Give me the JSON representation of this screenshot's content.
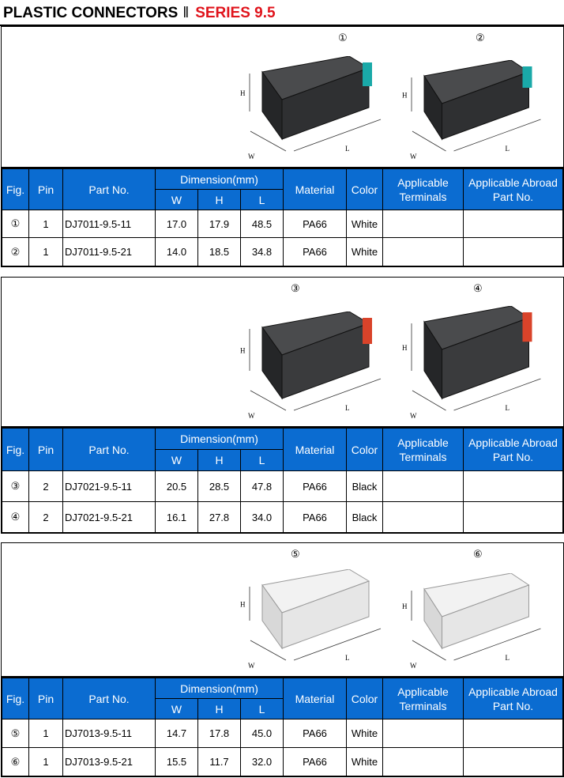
{
  "title": {
    "main": "PLASTIC CONNECTORS",
    "sep": "‖",
    "series": "SERIES 9.5"
  },
  "headers": {
    "fig": "Fig.",
    "pin": "Pin",
    "part": "Part No.",
    "dimension": "Dimension(mm)",
    "w": "W",
    "h": "H",
    "l": "L",
    "material": "Material",
    "color": "Color",
    "terminals": "Applicable Terminals",
    "abroad": "Applicable Abroad Part No."
  },
  "dim_labels": {
    "w": "W",
    "h": "H",
    "l": "L"
  },
  "sections": [
    {
      "figs": [
        "①",
        "②"
      ],
      "body_color": "#2f3032",
      "tab_color": "#1aa9a8",
      "rows": [
        {
          "fig": "①",
          "pin": "1",
          "part": "DJ7011-9.5-11",
          "w": "17.0",
          "h": "17.9",
          "l": "48.5",
          "material": "PA66",
          "color": "White",
          "terminals": "",
          "abroad": ""
        },
        {
          "fig": "②",
          "pin": "1",
          "part": "DJ7011-9.5-21",
          "w": "14.0",
          "h": "18.5",
          "l": "34.8",
          "material": "PA66",
          "color": "White",
          "terminals": "",
          "abroad": ""
        }
      ]
    },
    {
      "figs": [
        "③",
        "④"
      ],
      "body_color": "#3a3b3d",
      "tab_color": "#d9432a",
      "rows": [
        {
          "fig": "③",
          "pin": "2",
          "part": "DJ7021-9.5-11",
          "w": "20.5",
          "h": "28.5",
          "l": "47.8",
          "material": "PA66",
          "color": "Black",
          "terminals": "",
          "abroad": ""
        },
        {
          "fig": "④",
          "pin": "2",
          "part": "DJ7021-9.5-21",
          "w": "16.1",
          "h": "27.8",
          "l": "34.0",
          "material": "PA66",
          "color": "Black",
          "terminals": "",
          "abroad": ""
        }
      ]
    },
    {
      "figs": [
        "⑤",
        "⑥"
      ],
      "body_color": "#e6e6e6",
      "tab_color": "#e6e6e6",
      "rows": [
        {
          "fig": "⑤",
          "pin": "1",
          "part": "DJ7013-9.5-11",
          "w": "14.7",
          "h": "17.8",
          "l": "45.0",
          "material": "PA66",
          "color": "White",
          "terminals": "",
          "abroad": ""
        },
        {
          "fig": "⑥",
          "pin": "1",
          "part": "DJ7013-9.5-21",
          "w": "15.5",
          "h": "11.7",
          "l": "32.0",
          "material": "PA66",
          "color": "White",
          "terminals": "",
          "abroad": ""
        }
      ]
    }
  ]
}
